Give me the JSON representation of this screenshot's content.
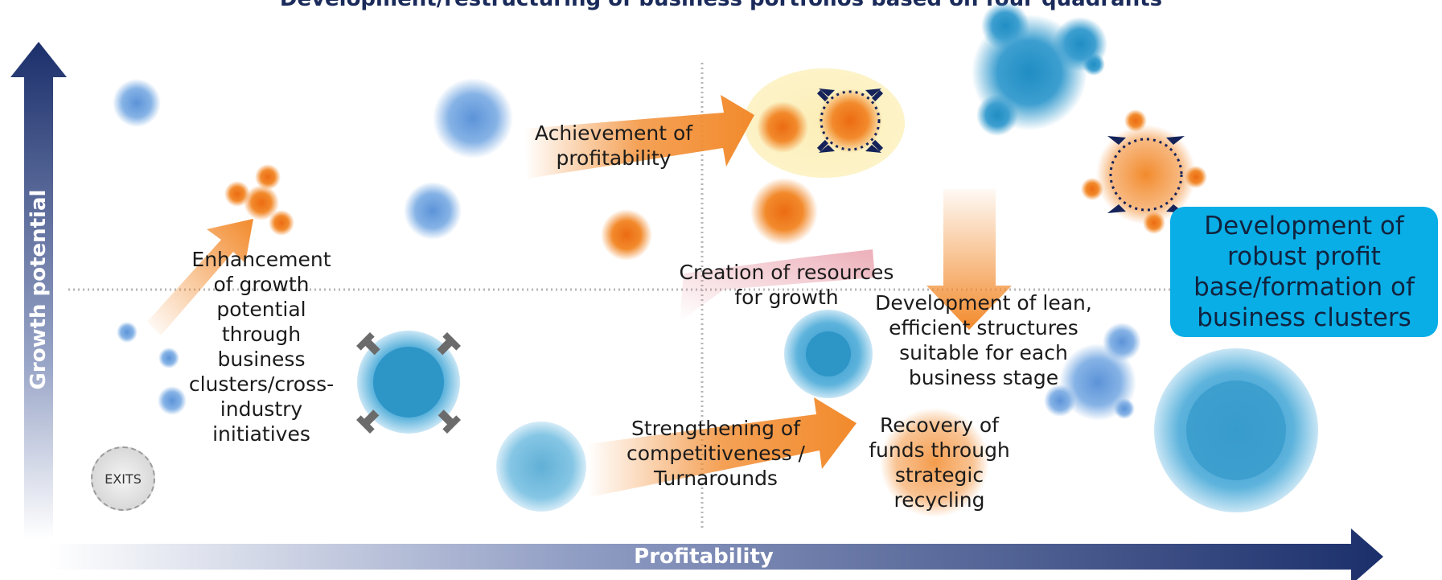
{
  "title": "Development/restructuring of business portfolios based on four quadrants",
  "axes": {
    "y_label": "Growth potential",
    "x_label": "Profitability"
  },
  "labels": {
    "enhancement": "Enhancement of growth potential through business clusters/cross-industry initiatives",
    "achievement": "Achievement of profitability",
    "creation": "Creation of resources for growth",
    "lean": "Development of lean, efficient structures suitable for each business stage",
    "strengthening": "Strengthening of competitiveness / Turnarounds",
    "recovery": "Recovery of funds through strategic recycling",
    "exits": "EXITS",
    "callout": "Development of robust profit base/formation of business clusters"
  },
  "colors": {
    "axis_dark": "#1b2f6b",
    "orange": "#f28a2c",
    "blue": "#3d9fd0",
    "light_blue": "#7fb0e3",
    "callout": "#0aaee6"
  }
}
